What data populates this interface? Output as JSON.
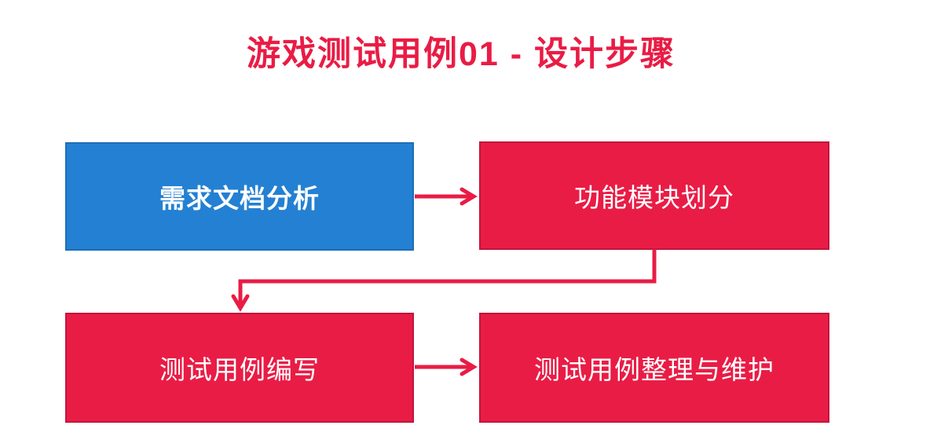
{
  "page": {
    "title": "游戏测试用例01 - 设计步骤"
  },
  "colors": {
    "accent_red": "#e91c45",
    "accent_red_border": "#c1163c",
    "accent_blue": "#2480d2",
    "accent_blue_border": "#1c6eb6",
    "text_on_box": "#ffffff",
    "background": "#ffffff"
  },
  "flowchart": {
    "nodes": [
      {
        "id": "step-1",
        "label": "需求文档分析",
        "color": "blue",
        "bold": true
      },
      {
        "id": "step-2",
        "label": "功能模块划分",
        "color": "red",
        "bold": false
      },
      {
        "id": "step-3",
        "label": "测试用例编写",
        "color": "red",
        "bold": false
      },
      {
        "id": "step-4",
        "label": "测试用例整理与维护",
        "color": "red",
        "bold": false
      }
    ],
    "connectors": [
      {
        "from": "step-1",
        "to": "step-2",
        "type": "straight-right-arrow"
      },
      {
        "from": "step-2",
        "to": "step-3",
        "type": "elbow-down-left-down-arrow"
      },
      {
        "from": "step-3",
        "to": "step-4",
        "type": "straight-right-arrow"
      }
    ]
  }
}
